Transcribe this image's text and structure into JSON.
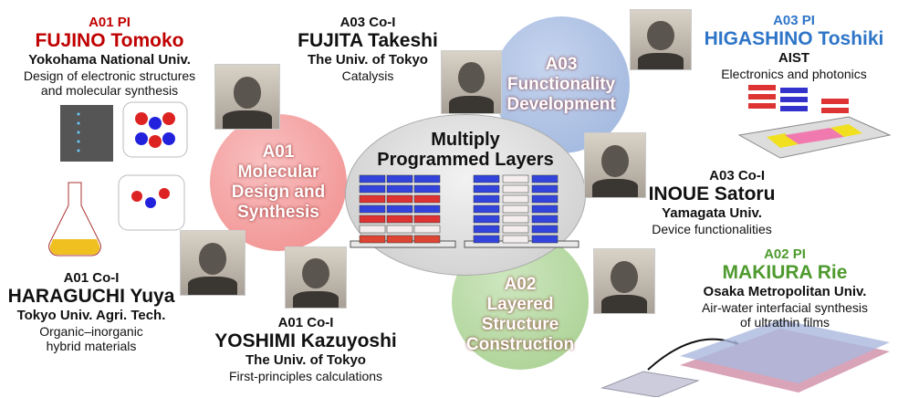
{
  "center": {
    "title_line1": "Multiply",
    "title_line2": "Programmed Layers"
  },
  "groups": {
    "a01": {
      "lines": [
        "A01",
        "Molecular",
        "Design and",
        "Synthesis"
      ],
      "color": "#f08a8a"
    },
    "a02": {
      "lines": [
        "A02",
        "Layered",
        "Structure",
        "Construction"
      ],
      "color": "#a6cf8e"
    },
    "a03": {
      "lines": [
        "A03",
        "Functionality",
        "Development"
      ],
      "color": "#9bb3dc"
    }
  },
  "people": {
    "fujino": {
      "role": "A01 PI",
      "name": "FUJINO Tomoko",
      "affiliation": "Yokohama National Univ.",
      "topic1": "Design of electronic structures",
      "topic2": "and molecular synthesis",
      "color": "#c00000"
    },
    "fujita": {
      "role": "A03 Co-I",
      "name": "FUJITA Takeshi",
      "affiliation": "The Univ. of Tokyo",
      "topic1": "Catalysis"
    },
    "higashino": {
      "role": "A03 PI",
      "name": "HIGASHINO Toshiki",
      "affiliation": "AIST",
      "topic1": "Electronics and photonics",
      "color": "#2e75c8"
    },
    "inoue": {
      "role": "A03 Co-I",
      "name": "INOUE Satoru",
      "affiliation": "Yamagata Univ.",
      "topic1": "Device functionalities"
    },
    "makiura": {
      "role": "A02 PI",
      "name": "MAKIURA Rie",
      "affiliation": "Osaka Metropolitan Univ.",
      "topic1": "Air-water interfacial synthesis",
      "topic2": "of ultrathin films",
      "color": "#4e9a2e"
    },
    "haraguchi": {
      "role": "A01 Co-I",
      "name": "HARAGUCHI Yuya",
      "affiliation": "Tokyo Univ. Agri. Tech.",
      "topic1": "Organic–inorganic",
      "topic2": "hybrid materials"
    },
    "yoshimi": {
      "role": "A01 Co-I",
      "name": "YOSHIMI Kazuyoshi",
      "affiliation": "The Univ. of Tokyo",
      "topic1": "First-principles calculations"
    }
  }
}
